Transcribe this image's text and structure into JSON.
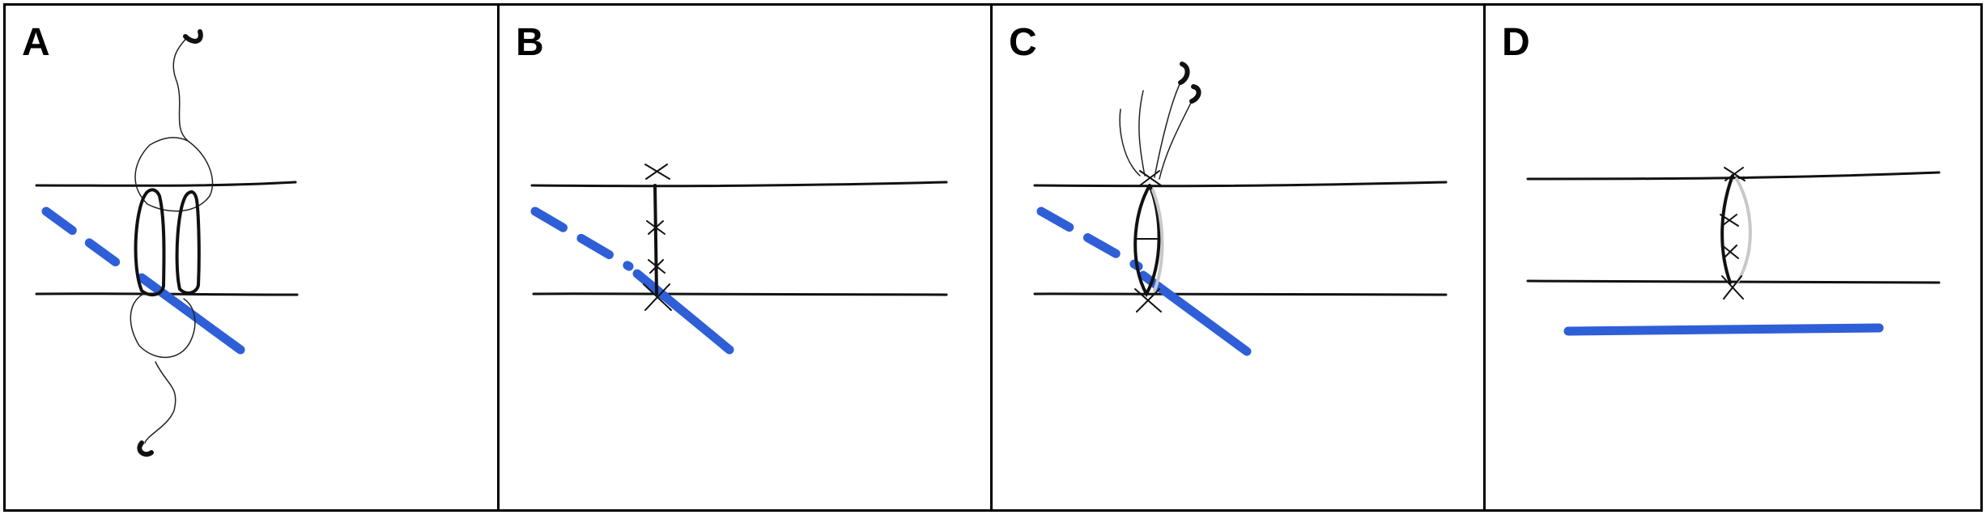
{
  "figure": {
    "panels": [
      {
        "label": "A"
      },
      {
        "label": "B"
      },
      {
        "label": "C"
      },
      {
        "label": "D"
      }
    ]
  },
  "colors": {
    "border": "#000000",
    "line": "#111111",
    "nerve": "#2e5fd6",
    "ghost_suture": "#c8c8c8",
    "background": "#ffffff"
  }
}
